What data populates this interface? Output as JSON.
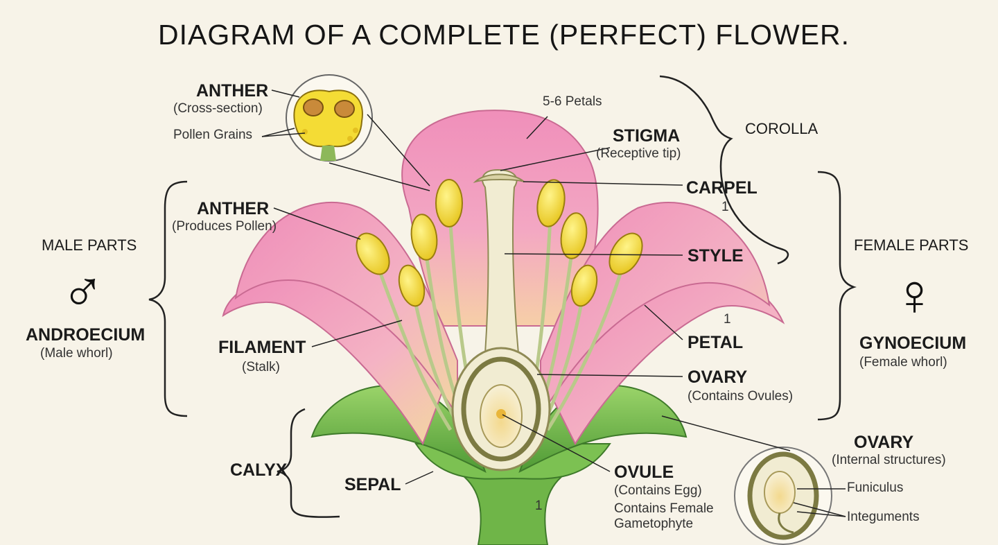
{
  "title": "DIAGRAM OF A COMPLETE (PERFECT) FLOWER.",
  "labels": {
    "anther_cs": {
      "name": "ANTHER",
      "note": "(Cross-section)"
    },
    "pollen_grains": "Pollen Grains",
    "petals_count": "5-6 Petals",
    "stigma": {
      "name": "STIGMA",
      "note": "(Receptive tip)"
    },
    "corolla": "COROLLA",
    "carpel": {
      "name": "CARPEL",
      "note": "1"
    },
    "anther": {
      "name": "ANTHER",
      "note": "(Produces Pollen)"
    },
    "style": "STYLE",
    "petal": {
      "name": "PETAL",
      "note": "1"
    },
    "filament": {
      "name": "FILAMENT",
      "note": "(Stalk)"
    },
    "ovary": {
      "name": "OVARY",
      "note": "(Contains Ovules)"
    },
    "calyx": "CALYX",
    "sepal": "SEPAL",
    "ovule": {
      "name": "OVULE",
      "note": "(Contains Egg)",
      "extra1": "Contains Female",
      "extra2": "Gametophyte"
    },
    "receptacle_mark": "1",
    "ovary_internal": {
      "name": "OVARY",
      "note": "(Internal structures)"
    },
    "funiculus": "Funiculus",
    "integuments": "Integuments"
  },
  "male": {
    "heading": "MALE PARTS",
    "symbol": "♂",
    "name": "ANDROECIUM",
    "note": "(Male whorl)"
  },
  "female": {
    "heading": "FEMALE PARTS",
    "symbol": "♀",
    "name": "GYNOECIUM",
    "note": "(Female whorl)"
  },
  "colors": {
    "background": "#f7f3e8",
    "petal": "#ee9bbd",
    "petal_light": "#f7c9b7",
    "sepal": "#7cc152",
    "anther": "#f2dc33",
    "pistil": "#f0ecd0",
    "ovary_wall": "#8a8a50",
    "ink": "#1b1b1b"
  }
}
